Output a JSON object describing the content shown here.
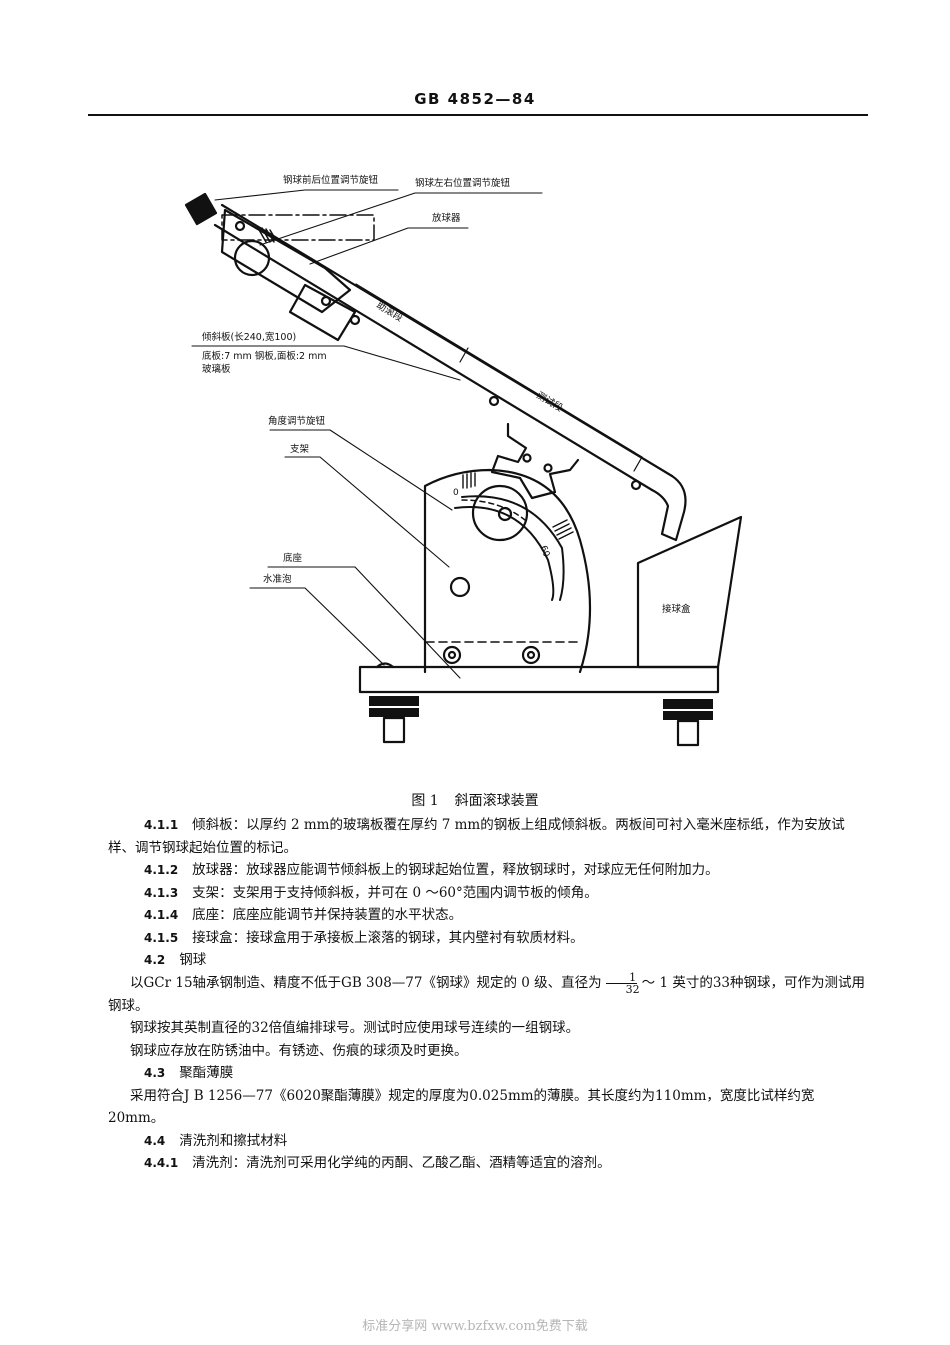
{
  "header": {
    "title": "GB 4852—84"
  },
  "figure": {
    "labels": {
      "ball_front_back_knob": "钢球前后位置调节旋钮",
      "ball_left_right_knob": "钢球左右位置调节旋钮",
      "ball_releaser": "放球器",
      "inclined_plate_line1": "倾斜板(长240,宽100)",
      "inclined_plate_line2": "底板:7 mm 钢板,面板:2 mm",
      "inclined_plate_line3": "玻璃板",
      "angle_knob": "角度调节旋钮",
      "support": "支架",
      "base": "底座",
      "level_bubble": "水准泡",
      "assist_section": "助滚段",
      "test_section": "测试段",
      "catch_box": "接球盒",
      "scale_zero": "0",
      "scale_sixty": "60"
    },
    "caption": {
      "number": "图 1",
      "title": "斜面滚球装置"
    }
  },
  "sections": [
    {
      "num": "4.1.1",
      "title": "倾斜板：",
      "text": "以厚约 2 mm的玻璃板覆在厚约 7 mm的钢板上组成倾斜板。两板间可衬入毫米座标纸，作为安放试样、调节钢球起始位置的标记。"
    },
    {
      "num": "4.1.2",
      "title": "放球器：",
      "text": "放球器应能调节倾斜板上的钢球起始位置，释放钢球时，对球应无任何附加力。"
    },
    {
      "num": "4.1.3",
      "title": "支架：",
      "text": "支架用于支持倾斜板，并可在 0 ～60°范围内调节板的倾角。"
    },
    {
      "num": "4.1.4",
      "title": "底座：",
      "text": "底座应能调节并保持装置的水平状态。"
    },
    {
      "num": "4.1.5",
      "title": "接球盒：",
      "text": "接球盒用于承接板上滚落的钢球，其内壁衬有软质材料。"
    },
    {
      "num": "4.2",
      "title": "钢球",
      "text": ""
    }
  ],
  "steel_ball": {
    "p1_before": "以GCr 15轴承钢制造、精度不低于GB  308—77《钢球》规定的 0 级、直径为",
    "frac_num": "1",
    "frac_den": "32",
    "p1_after": "～ 1 英寸的33种钢球，可作为测试用钢球。",
    "p2": "钢球按其英制直径的32倍值编排球号。测试时应使用球号连续的一组钢球。",
    "p3": "钢球应存放在防锈油中。有锈迹、伤痕的球须及时更换。"
  },
  "film": {
    "num": "4.3",
    "title": "聚酯薄膜",
    "text": "采用符合J B  1256—77《6020聚酯薄膜》规定的厚度为0.025mm的薄膜。其长度约为110mm，宽度比试样约宽20mm。"
  },
  "cleaning": {
    "num": "4.4",
    "title": "清洗剂和擦拭材料",
    "sub_num": "4.4.1",
    "sub_title": "清洗剂：",
    "sub_text": "清洗剂可采用化学纯的丙酮、乙酸乙酯、酒精等适宜的溶剂。"
  },
  "footer": {
    "watermark": "标准分享网 www.bzfxw.com免费下载"
  }
}
